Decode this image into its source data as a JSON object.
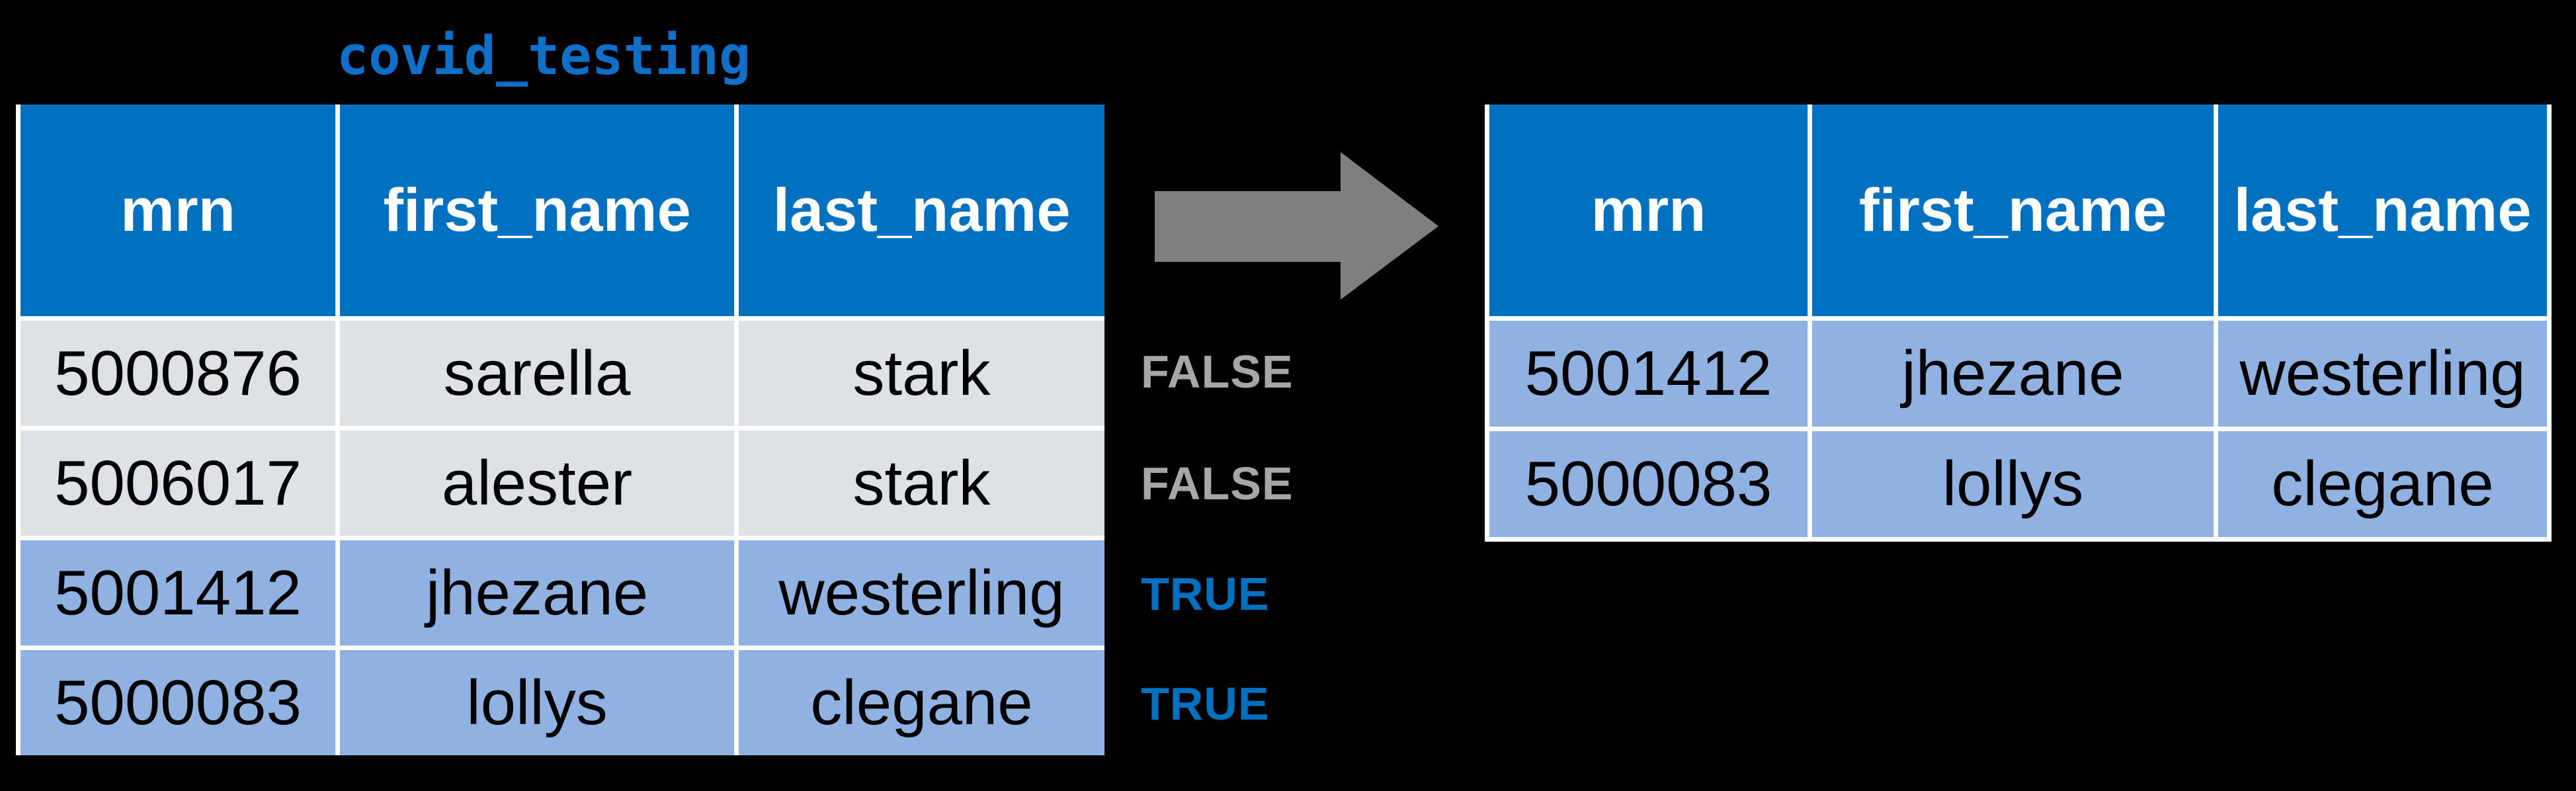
{
  "title": "covid_testing",
  "colors": {
    "background": "#000000",
    "separator": "#FFFFFF",
    "header_bg": "#0071C0",
    "header_text": "#FFFFFF",
    "cell_text": "#000000",
    "row_gray": "#DEE1E6",
    "row_blue": "#8FB2E2",
    "false_label": "#A6A6A6",
    "true_label": "#0070C0",
    "arrow": "#7F7F7F",
    "title_text": "#0E70C8"
  },
  "left_table": {
    "name": "covid_testing",
    "columns": [
      "mrn",
      "first_name",
      "last_name"
    ],
    "rows": [
      {
        "mrn": "5000876",
        "first_name": "sarella",
        "last_name": "stark",
        "highlighted": false
      },
      {
        "mrn": "5006017",
        "first_name": "alester",
        "last_name": "stark",
        "highlighted": false
      },
      {
        "mrn": "5001412",
        "first_name": "jhezane",
        "last_name": "westerling",
        "highlighted": true
      },
      {
        "mrn": "5000083",
        "first_name": "lollys",
        "last_name": "clegane",
        "highlighted": true
      }
    ]
  },
  "filter_flags": [
    "FALSE",
    "FALSE",
    "TRUE",
    "TRUE"
  ],
  "right_table": {
    "columns": [
      "mrn",
      "first_name",
      "last_name"
    ],
    "rows": [
      {
        "mrn": "5001412",
        "first_name": "jhezane",
        "last_name": "westerling"
      },
      {
        "mrn": "5000083",
        "first_name": "lollys",
        "last_name": "clegane"
      }
    ]
  }
}
